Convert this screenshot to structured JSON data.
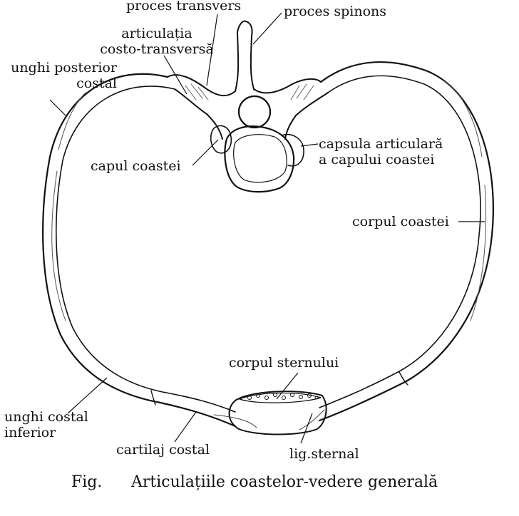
{
  "labels": {
    "proces_transvers": "proces transvers",
    "proces_spinons": "proces spinons",
    "articulatia_line1": "articulația",
    "articulatia_line2": "costo-transversă",
    "unghi_posterior_line1": "unghi posterior",
    "unghi_posterior_line2": "costal",
    "capsula_line1": "capsula articulară",
    "capsula_line2": "a capului coastei",
    "capul_coastei": "capul coastei",
    "corpul_coastei": "corpul coastei",
    "corpul_sternului": "corpul sternului",
    "unghi_inferior_line1": "unghi costal",
    "unghi_inferior_line2": "inferior",
    "cartilaj_costal": "cartilaj costal",
    "lig_sternal": "lig.sternal"
  },
  "caption": {
    "fig": "Fig.",
    "text": "Articulațiile coastelor-vedere generală"
  },
  "colors": {
    "ink": "#111111",
    "paper": "#ffffff",
    "bone_shade": "#e8e8e8"
  }
}
